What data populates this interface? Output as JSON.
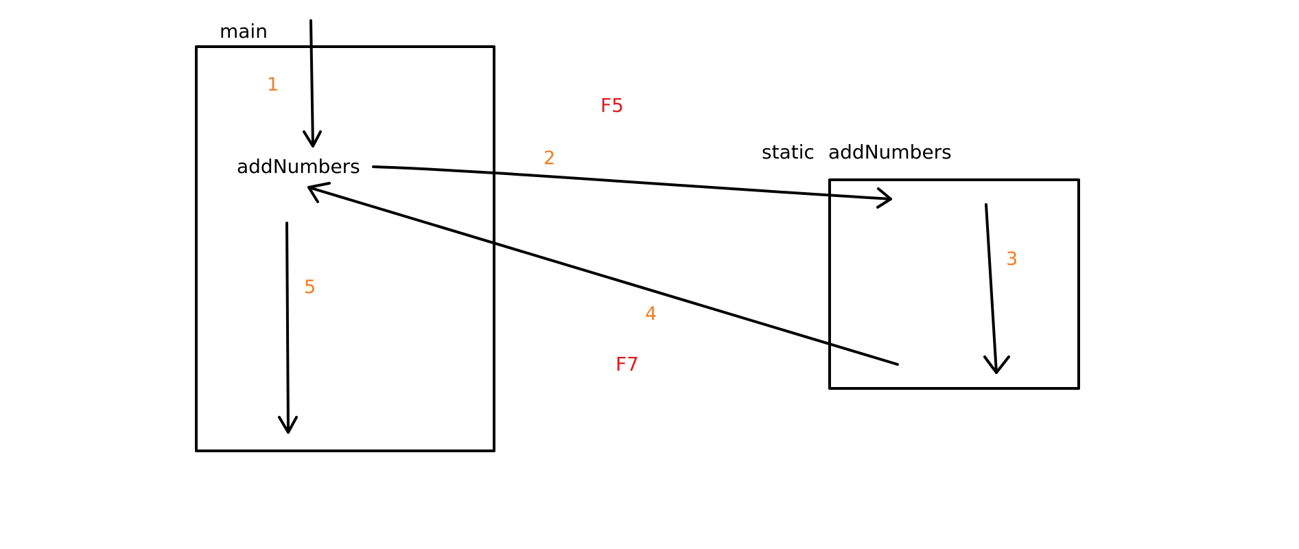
{
  "colors": {
    "ink": "#000000",
    "step": "#f47b20",
    "key": "#e0191f",
    "background": "#ffffff"
  },
  "main_frame": {
    "title": "main",
    "call": "addNumbers",
    "step_enter": "1",
    "step_continue": "5"
  },
  "callee_frame": {
    "modifier": "static",
    "title": "addNumbers",
    "step_execute": "3"
  },
  "transitions": {
    "call": {
      "step": "2",
      "key": "F5"
    },
    "return": {
      "step": "4",
      "key": "F7"
    }
  }
}
